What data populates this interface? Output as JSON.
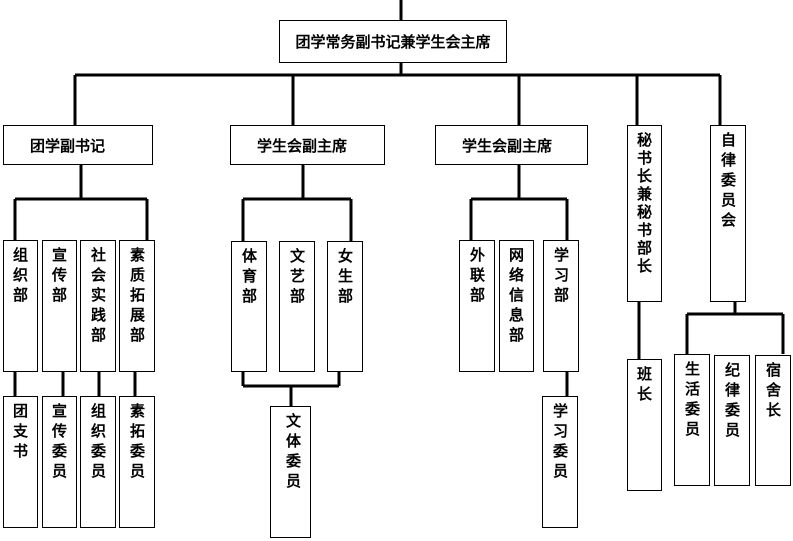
{
  "top": "团学常务副书记兼学生会主席",
  "level2": [
    "团学副书记",
    "学生会副主席",
    "学生会副主席",
    "秘书长兼秘书部长",
    "自律委员会"
  ],
  "group1": {
    "departments": [
      "组织部",
      "宣传部",
      "社会实践部",
      "素质拓展部"
    ],
    "members": [
      "团支书",
      "宣传委员",
      "组织委员",
      "素拓委员"
    ]
  },
  "group2": {
    "departments": [
      "体育部",
      "文艺部",
      "女生部"
    ],
    "member": "文体委员"
  },
  "group3": {
    "departments": [
      "外联部",
      "网络信息部",
      "学习部"
    ],
    "member": "学习委员"
  },
  "group4": {
    "member": "班长"
  },
  "group5": {
    "members": [
      "生活委员",
      "纪律委员",
      "宿舍长"
    ]
  }
}
